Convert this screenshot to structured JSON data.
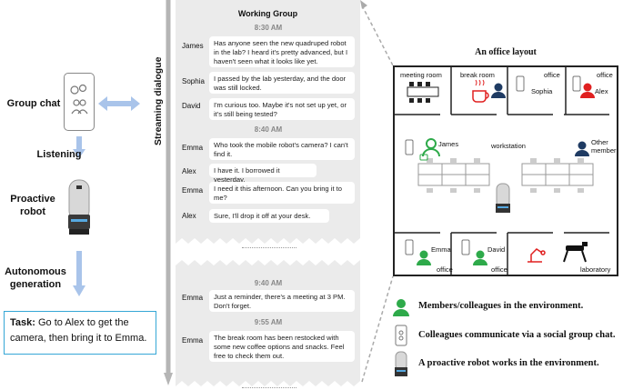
{
  "left": {
    "group_chat": "Group chat",
    "listening": "Listening",
    "proactive_robot": "Proactive\nrobot",
    "proactive_line1": "Proactive",
    "proactive_line2": "robot",
    "autonomous_line1": "Autonomous",
    "autonomous_line2": "generation",
    "task_label": "Task:",
    "task_line1": " Go to Alex to get the",
    "task_line2": "camera, then bring it to Emma."
  },
  "middle": {
    "vertical_label": "Streaming dialogue",
    "title": "Working Group",
    "times": [
      "8:30 AM",
      "8:40 AM",
      "9:40 AM",
      "9:55 AM"
    ],
    "messages": [
      {
        "who": "James",
        "text": "Has anyone seen the new quadruped robot in the lab? I heard it's pretty advanced, but I haven't seen what it looks like yet."
      },
      {
        "who": "Sophia",
        "text": "I passed by the lab yesterday, and the door was still locked."
      },
      {
        "who": "David",
        "text": "I'm curious too. Maybe it's not set up yet, or it's still being tested?"
      },
      {
        "who": "Emma",
        "text": "Who took the mobile robot's camera? I can't find it."
      },
      {
        "who": "Alex",
        "text": "I have it. I borrowed it yesterday."
      },
      {
        "who": "Emma",
        "text": "I need it this afternoon. Can you bring it to me?"
      },
      {
        "who": "Alex",
        "text": "Sure, I'll drop it off at your desk."
      },
      {
        "who": "Emma",
        "text": "Just a reminder, there's a meeting at 3 PM. Don't forget."
      },
      {
        "who": "Emma",
        "text": "The break room has been restocked with some new coffee options and snacks. Feel free to check them out."
      }
    ]
  },
  "office": {
    "title": "An office layout",
    "meeting_room": "meeting room",
    "break_room": "break room",
    "office1": "office",
    "office2": "office",
    "sophia": "Sophia",
    "alex": "Alex",
    "james": "James",
    "workstation": "workstation",
    "other_member_1": "Other",
    "other_member_2": "member",
    "emma": "Emma",
    "david": "David",
    "office_bottom1": "office",
    "office_bottom2": "office",
    "laboratory": "laboratory"
  },
  "legend": [
    "Members/colleagues in the environment.",
    "Colleagues communicate via a social group chat.",
    "A proactive robot works in the environment."
  ],
  "colors": {
    "accent_blue": "#35a7d6",
    "arrow_blue": "#a9c4ea",
    "green": "#2eaa4a",
    "red": "#e02020",
    "navy": "#1f3b63",
    "panel_gray": "#ebebeb"
  }
}
